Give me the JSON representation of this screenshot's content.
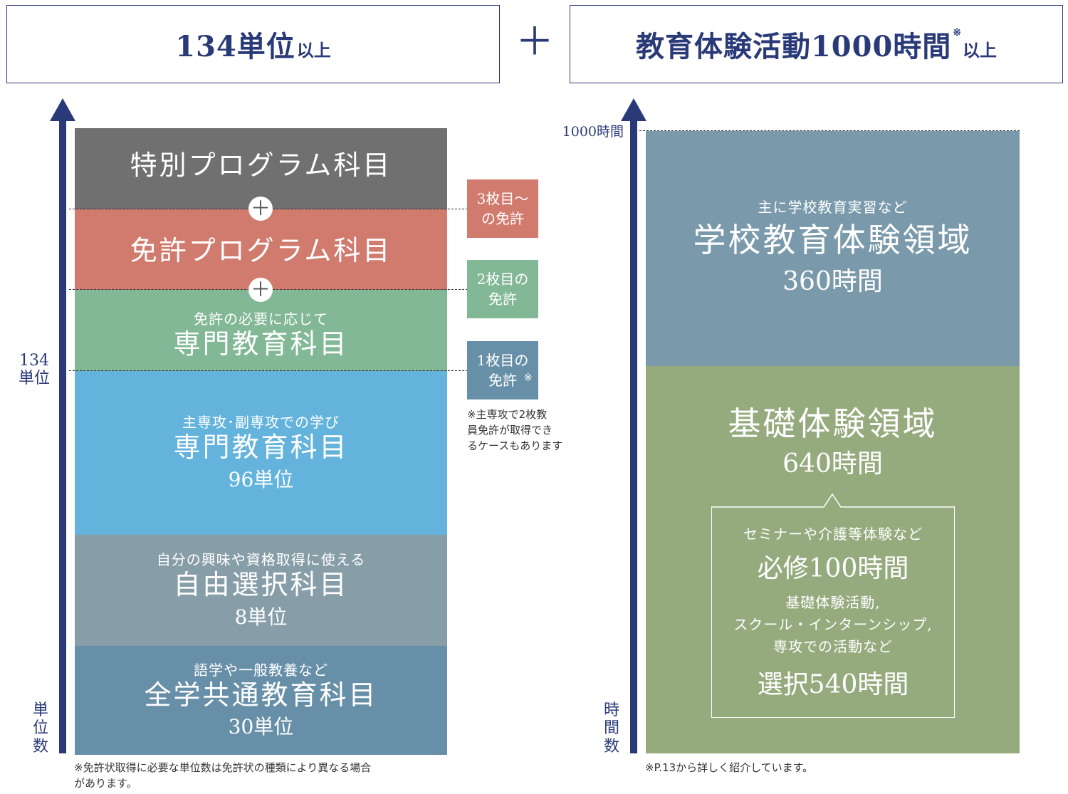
{
  "header_left": {
    "main": "134単位",
    "suffix": "以上"
  },
  "header_plus": "＋",
  "header_right": {
    "main": "教育体験活動1000時間",
    "mark": "※",
    "suffix": "以上"
  },
  "left": {
    "axis_value": "134\n単位",
    "axis_unit": "単\n位\n数",
    "bands": [
      {
        "title": "特別プログラム科目",
        "color": "#707070"
      },
      {
        "title": "免許プログラム科目",
        "color": "#d17b6f"
      },
      {
        "sub": "免許の必要に応じて",
        "title": "専門教育科目",
        "color": "#82b896"
      },
      {
        "sub": "主専攻･副専攻での学び",
        "title": "専門教育科目",
        "value": "96単位",
        "color": "#64b3dc"
      },
      {
        "sub": "自分の興味や資格取得に使える",
        "title": "自由選択科目",
        "value": "8単位",
        "color": "#879ea8"
      },
      {
        "sub": "語学や一般教養など",
        "title": "全学共通教育科目",
        "value": "30単位",
        "color": "#6790a8"
      }
    ],
    "circle_plus": "＋",
    "tags": [
      {
        "text": "3枚目〜\nの免許",
        "color": "#d17b6f"
      },
      {
        "text": "2枚目の\n免許",
        "color": "#82b896"
      },
      {
        "text": "1枚目の\n免許",
        "mark": "※",
        "color": "#6790a8"
      }
    ],
    "tag_note": "※主専攻で2枚教\n員免許が取得でき\nるケースもあります",
    "footnote": "※免許状取得に必要な単位数は免許状の種類により異なる場合\nがあります。"
  },
  "right": {
    "axis_top": "1000時間",
    "axis_unit": "時\n間\n数",
    "school": {
      "sub": "主に学校教育実習など",
      "title": "学校教育体験領域",
      "value": "360時間",
      "color": "#7a9aab"
    },
    "basic": {
      "title": "基礎体験領域",
      "value": "640時間",
      "color": "#95ab7e",
      "callout": {
        "req_sub": "セミナーや介護等体験など",
        "req_title": "必修100時間",
        "opt_sub": "基礎体験活動,\nスクール・インターンシップ,\n専攻での活動など",
        "opt_title": "選択540時間"
      }
    },
    "footnote": "※P.13から詳しく紹介しています。"
  }
}
